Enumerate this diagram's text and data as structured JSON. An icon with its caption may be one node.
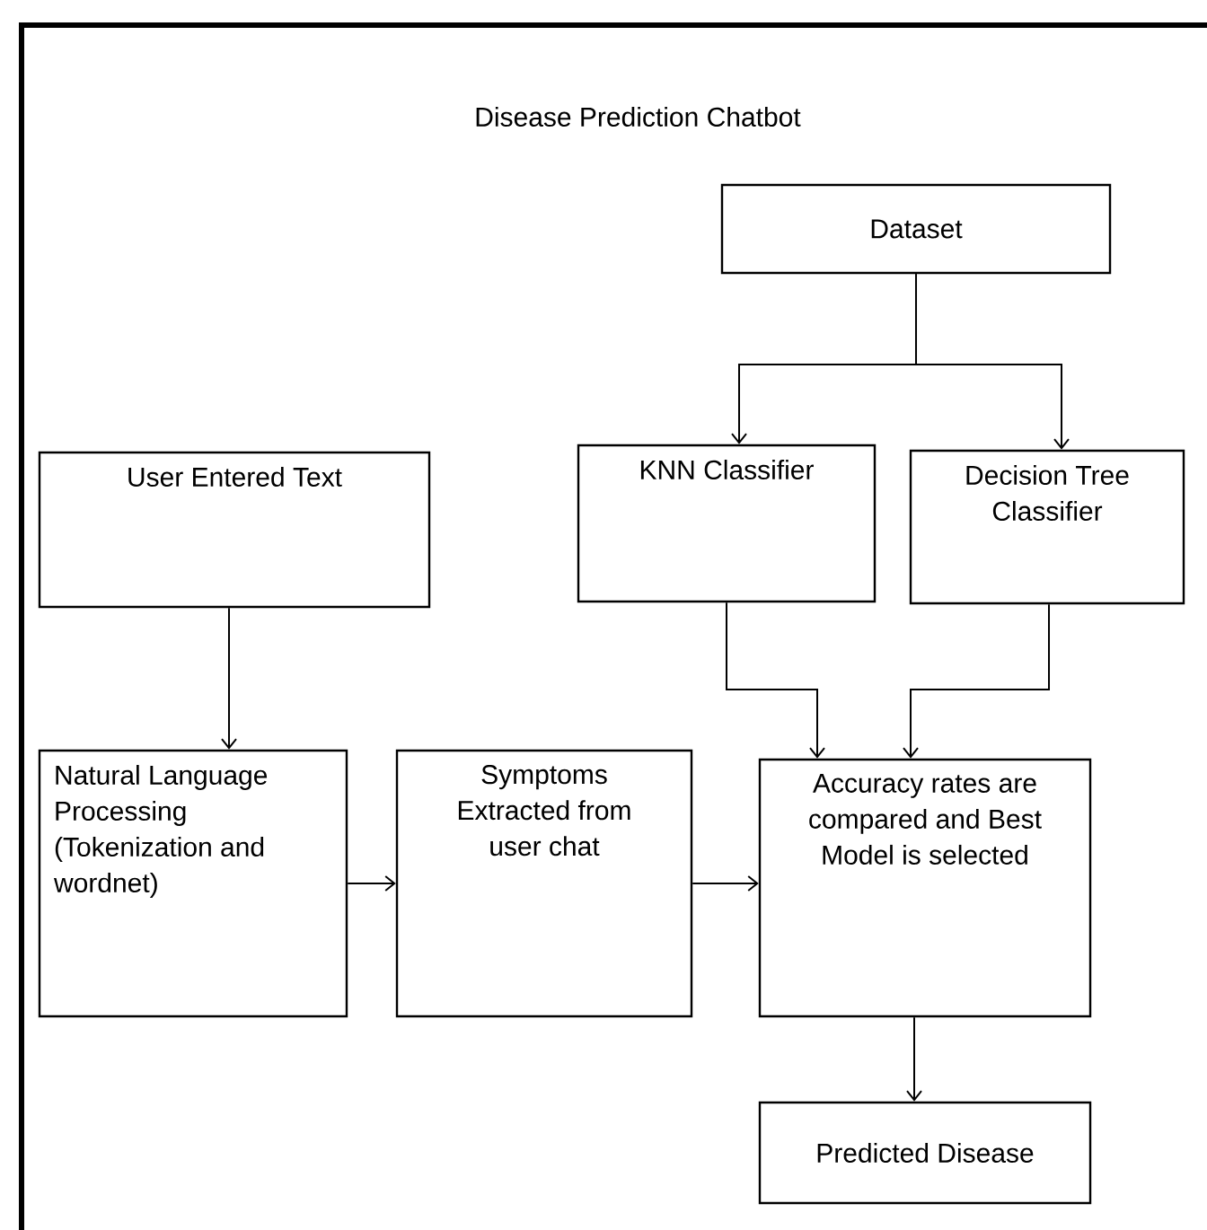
{
  "diagram": {
    "title": "Disease Prediction Chatbot",
    "nodes": [
      {
        "text": [
          "Dataset"
        ]
      },
      {
        "text": [
          "KNN Classifier"
        ]
      },
      {
        "text": [
          "Decision Tree Classifier"
        ]
      },
      {
        "text": [
          "User Entered Text"
        ]
      },
      {
        "text": [
          "Natural Language Processing (Tokenization and wordnet)"
        ]
      },
      {
        "text": [
          "Symptoms Extracted from user chat"
        ]
      },
      {
        "text": [
          "Accuracy rates are compared and Best Model is selected"
        ]
      },
      {
        "text": [
          "Predicted Disease"
        ]
      }
    ],
    "edges": [
      {
        "from": 0,
        "to": 1,
        "arrow": "to"
      },
      {
        "from": 0,
        "to": 2,
        "arrow": "to"
      },
      {
        "from": 3,
        "to": 4,
        "arrow": "to"
      },
      {
        "from": 4,
        "to": 5,
        "arrow": "to"
      },
      {
        "from": 5,
        "to": 6,
        "arrow": "to"
      },
      {
        "from": 1,
        "to": 6,
        "arrow": "to"
      },
      {
        "from": 2,
        "to": 6,
        "arrow": "to"
      },
      {
        "from": 6,
        "to": 7,
        "arrow": "to"
      }
    ]
  }
}
